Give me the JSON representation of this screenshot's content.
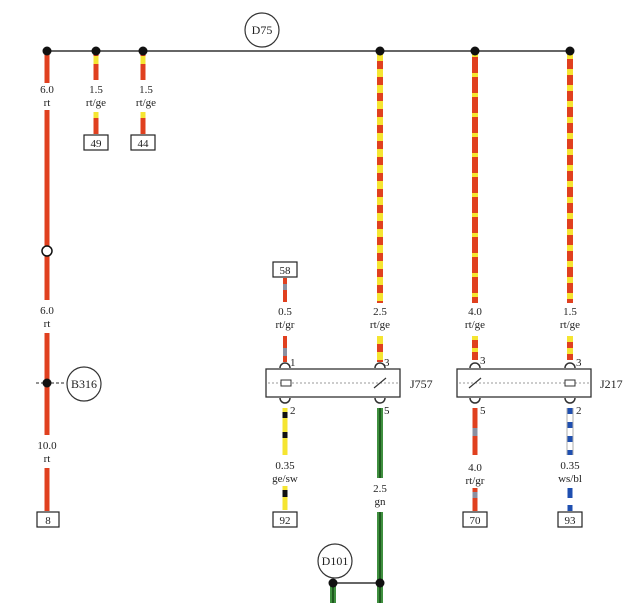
{
  "connectors": {
    "d75": "D75",
    "b316": "B316",
    "d101": "D101"
  },
  "components": {
    "j757": "J757",
    "j217": "J217"
  },
  "pins": {
    "j757_in": "1",
    "j757_in2": "3",
    "j757_out": "2",
    "j757_out2": "5",
    "j217_in": "3",
    "j217_in2": "3",
    "j217_out": "5",
    "j217_out2": "2"
  },
  "wires": {
    "w1": {
      "size": "6.0",
      "color": "rt"
    },
    "w2": {
      "size": "1.5",
      "color": "rt/ge"
    },
    "w3": {
      "size": "1.5",
      "color": "rt/ge"
    },
    "w4": {
      "size": "6.0",
      "color": "rt"
    },
    "w5": {
      "size": "10.0",
      "color": "rt"
    },
    "w6": {
      "size": "0.5",
      "color": "rt/gr"
    },
    "w7": {
      "size": "2.5",
      "color": "rt/ge"
    },
    "w8": {
      "size": "4.0",
      "color": "rt/ge"
    },
    "w9": {
      "size": "1.5",
      "color": "rt/ge"
    },
    "w10": {
      "size": "0.35",
      "color": "ge/sw"
    },
    "w11": {
      "size": "2.5",
      "color": "gn"
    },
    "w12": {
      "size": "4.0",
      "color": "rt/gr"
    },
    "w13": {
      "size": "0.35",
      "color": "ws/bl"
    }
  },
  "refs": {
    "r49": "49",
    "r44": "44",
    "r8": "8",
    "r58": "58",
    "r92": "92",
    "r70": "70",
    "r93": "93"
  },
  "colors": {
    "red": "#e0401f",
    "yellow": "#f5e531",
    "green": "#3f8f3f",
    "black": "#111111",
    "blue": "#1f4fb0",
    "white": "#ffffff",
    "gray": "#8a8fa0",
    "bus": "#666666"
  }
}
